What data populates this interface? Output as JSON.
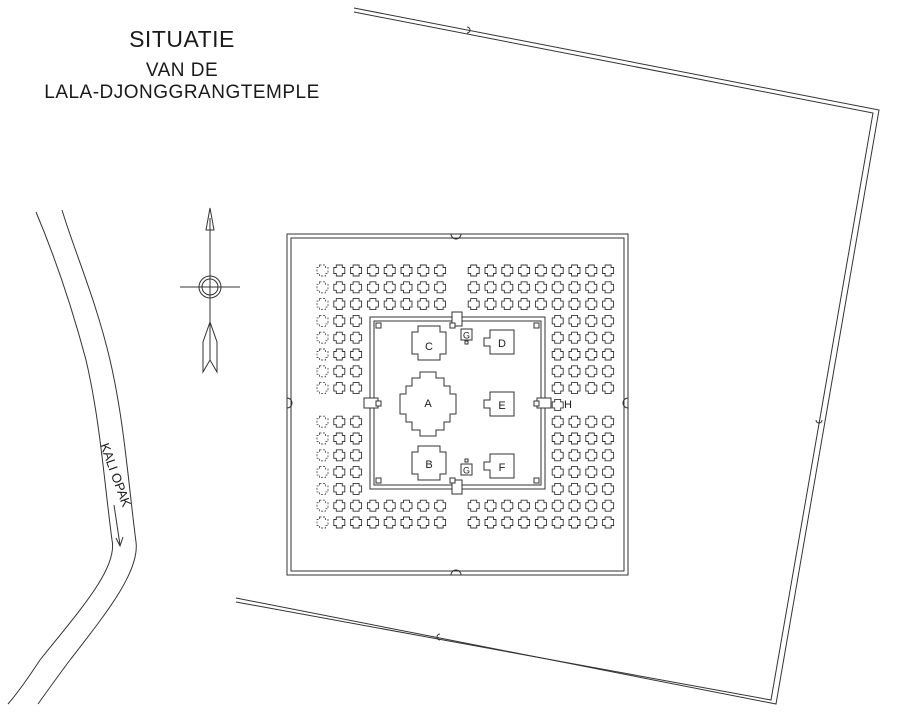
{
  "title": {
    "line1": "SITUATIE",
    "line2": "VAN DE",
    "line3": "LALA-DJONGGRANGTEMPLE"
  },
  "river": {
    "label": "KALI OPAK"
  },
  "temples": {
    "A": "A",
    "B": "B",
    "C": "C",
    "D": "D",
    "E": "E",
    "F": "F",
    "G_top": "G",
    "G_bottom": "G",
    "H": "H"
  },
  "colors": {
    "line": "#333333",
    "background": "#ffffff"
  },
  "icons": {
    "north_arrow": "north-arrow-icon",
    "flow_arrow": "river-flow-arrow-icon"
  }
}
